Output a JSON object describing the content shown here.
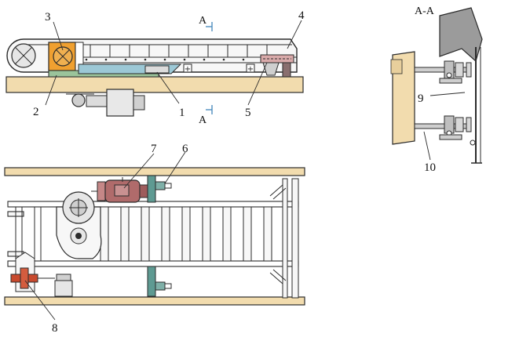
{
  "labels": {
    "n1": "1",
    "n2": "2",
    "n3": "3",
    "n4": "4",
    "n5": "5",
    "n6": "6",
    "n7": "7",
    "n8": "8",
    "n9": "9",
    "n10": "10",
    "a_top": "A",
    "a_bottom": "A",
    "section": "A-A"
  },
  "colors": {
    "outline": "#2b2b2b",
    "base_wood": "#f2dcae",
    "motor_red": "#b06b6b",
    "reducer_orange": "#f0a030",
    "bracket_teal": "#5e9a92",
    "guide_blue": "#9cc8d6",
    "guide_green": "#9bc49b",
    "frame_light": "#f7f7f7",
    "section_grey": "#9b9b9b",
    "drum_grey": "#e6e6e6"
  }
}
